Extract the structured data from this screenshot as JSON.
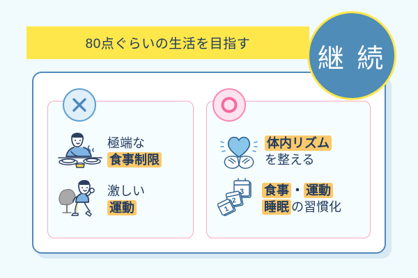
{
  "page": {
    "background_color": "#f1fbfd"
  },
  "title_banner": {
    "text": "80点ぐらいの生活を目指す",
    "background_color": "#fee74b",
    "text_color": "#1f3a5f"
  },
  "badge": {
    "text": "継 続",
    "fill_color": "#4f8cb8",
    "border_color": "#fee74b",
    "text_color": "#ffffff"
  },
  "card": {
    "border_color": "#4f87bd",
    "background_color": "#ffffff",
    "shadow_color": "#d8e9f4"
  },
  "panels": [
    {
      "id": "avoid",
      "mark": "x-mark",
      "mark_fill": "#dff0fa",
      "mark_stroke": "#5f9fd0",
      "border_color": "#f9a8c0",
      "rows": [
        {
          "icon": "person-eating-illustration",
          "lines": [
            {
              "plain": "極端な",
              "highlight": ""
            },
            {
              "plain": "",
              "highlight": "食事制限"
            }
          ]
        },
        {
          "icon": "person-running-illustration",
          "lines": [
            {
              "plain": "激しい",
              "highlight": ""
            },
            {
              "plain": "",
              "highlight": "運動"
            }
          ]
        }
      ]
    },
    {
      "id": "recommend",
      "mark": "o-mark",
      "mark_fill": "#fde3ed",
      "mark_stroke": "#f88ab3",
      "border_color": "#f9a8c0",
      "rows": [
        {
          "icon": "hands-holding-heart-illustration",
          "lines": [
            {
              "plain": "",
              "highlight": "体内リズム"
            },
            {
              "plain": "を整える",
              "highlight": ""
            }
          ]
        },
        {
          "icon": "calendar-pages-illustration",
          "lines": [
            {
              "highlight": "食事",
              "middle": "・",
              "highlight2": "運動"
            },
            {
              "highlight": "睡眠",
              "plain": "の習慣化"
            }
          ]
        }
      ]
    }
  ],
  "text": {
    "r1_line1": "極端な",
    "r1_line2": "食事制限",
    "r2_line1": "激しい",
    "r2_line2": "運動",
    "r3_line1": "体内リズム",
    "r3_line2": "を整える",
    "r4_a": "食事",
    "r4_mid": "・",
    "r4_b": "運動",
    "r4_c": "睡眠",
    "r4_d": "の習慣化"
  },
  "colors": {
    "highlight": "#fcc96a",
    "text": "#1f3a5f",
    "pink": "#f9a8c0",
    "blue": "#4f87bd",
    "yellow": "#fee74b"
  }
}
